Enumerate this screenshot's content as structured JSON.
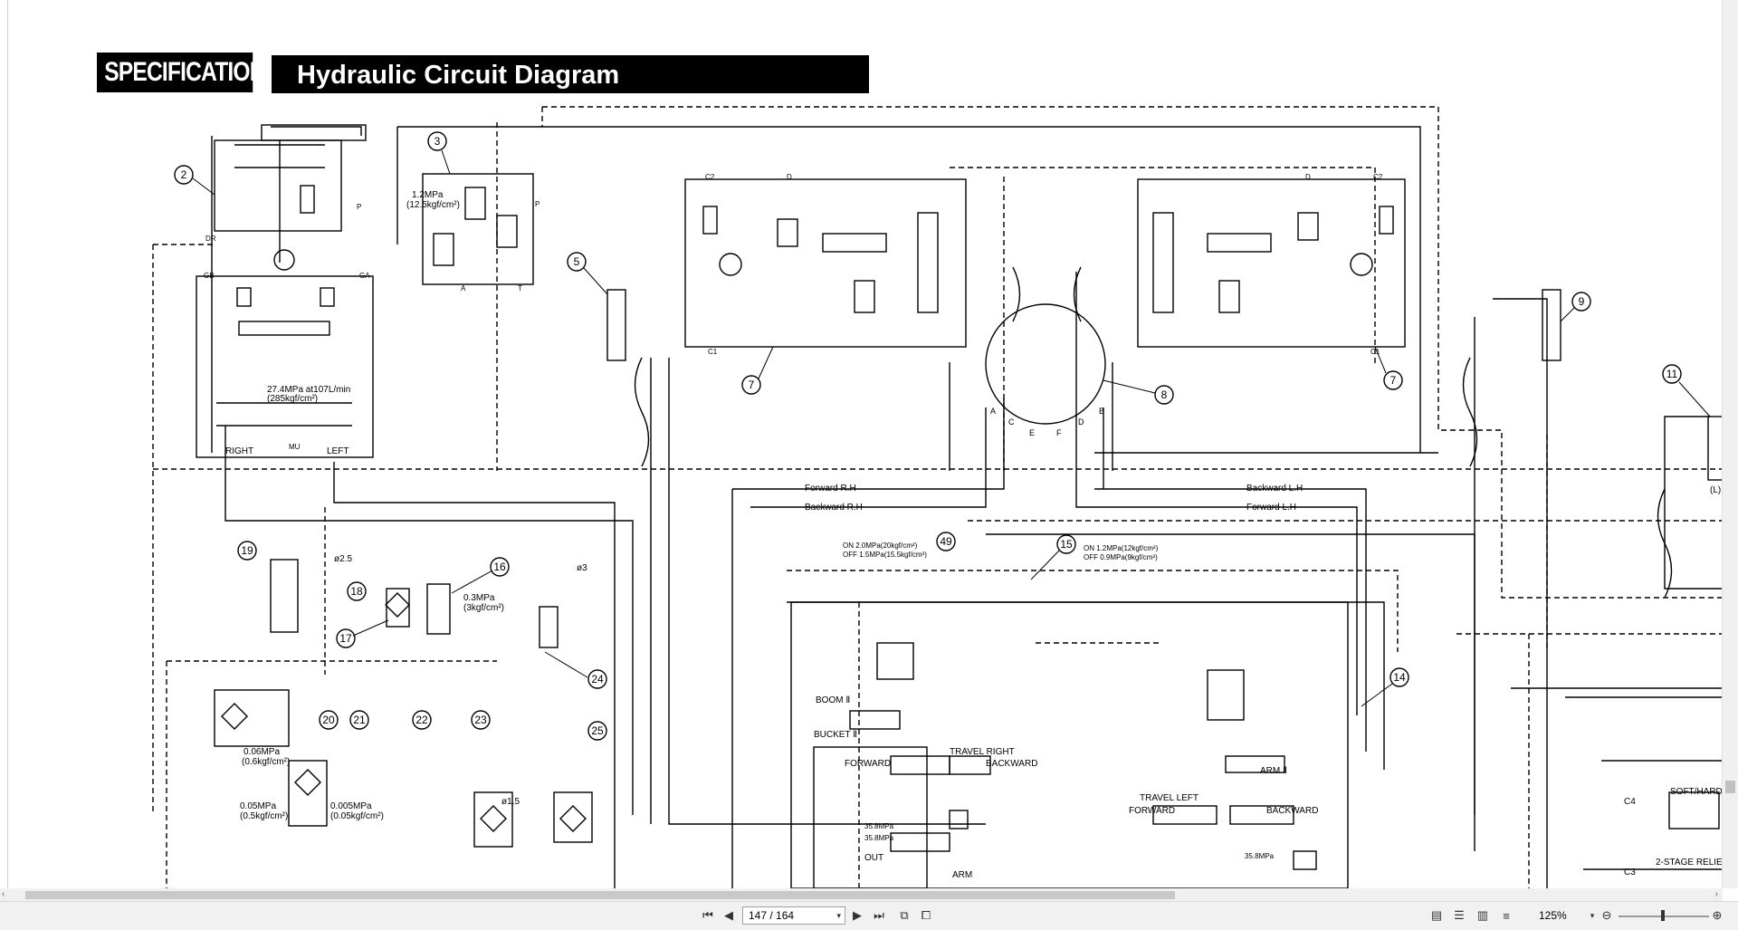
{
  "document": {
    "section_label": "SPECIFICATIONS",
    "title": "Hydraulic Circuit Diagram"
  },
  "diagram": {
    "callouts": [
      "2",
      "3",
      "5",
      "7",
      "7",
      "8",
      "9",
      "11",
      "14",
      "15",
      "16",
      "17",
      "18",
      "19",
      "20",
      "21",
      "22",
      "23",
      "24",
      "25",
      "49"
    ],
    "labels": {
      "pilot_relief": "1.2MPa",
      "pilot_relief_kgf": "(12.5kgf/cm²)",
      "main_relief": "27.4MPa at107L/min",
      "main_relief_kgf": "(285kgf/cm²)",
      "orifice_25": "ø2.5",
      "orifice_3": "ø3",
      "orifice_15": "ø1.5",
      "check_03": "0.3MPa",
      "check_03_kgf": "(3kgf/cm²)",
      "filter_006": "0.06MPa",
      "filter_006_kgf": "(0.6kgf/cm²)",
      "filter_005": "0.05MPa",
      "filter_005_kgf": "(0.5kgf/cm²)",
      "filter_0005": "0.005MPa",
      "filter_0005_kgf": "(0.05kgf/cm²)",
      "forward_rh": "Forward R.H",
      "backward_rh": "Backward R.H",
      "backward_lh": "Backward L.H",
      "forward_lh": "Forward L.H",
      "sw49_on": "ON  2.0MPa(20kgf/cm²)",
      "sw49_off": "OFF 1.5MPa(15.5kgf/cm²)",
      "sw15_on": "ON  1.2MPa(12kgf/cm²)",
      "sw15_off": "OFF 0.9MPa(9kgf/cm²)",
      "boom": "BOOM Ⅱ",
      "bucket": "BUCKET Ⅱ",
      "travel_right": "TRAVEL RIGHT",
      "travel_left": "TRAVEL LEFT",
      "forward": "FORWARD",
      "backward": "BACKWARD",
      "arm": "ARM Ⅱ",
      "arm_bottom": "ARM",
      "out": "OUT",
      "soft_hard": "SOFT/HARD",
      "two_stage": "2-STAGE RELIE",
      "right": "RIGHT",
      "left": "LEFT",
      "left_cyl": "(L)",
      "port_c2": "C2",
      "port_c1": "C1",
      "port_d": "D",
      "port_gb": "GB",
      "port_ga": "GA",
      "port_dr": "DR",
      "port_p": "P",
      "port_a": "A",
      "port_b": "B",
      "port_c": "C",
      "port_e": "E",
      "port_f": "F",
      "port_t": "T",
      "port_mu": "MU",
      "rel_35": "35.8MPa",
      "c4": "C4",
      "c3": "C3"
    }
  },
  "viewer": {
    "page_indicator": "147 / 164",
    "zoom": "125%"
  }
}
